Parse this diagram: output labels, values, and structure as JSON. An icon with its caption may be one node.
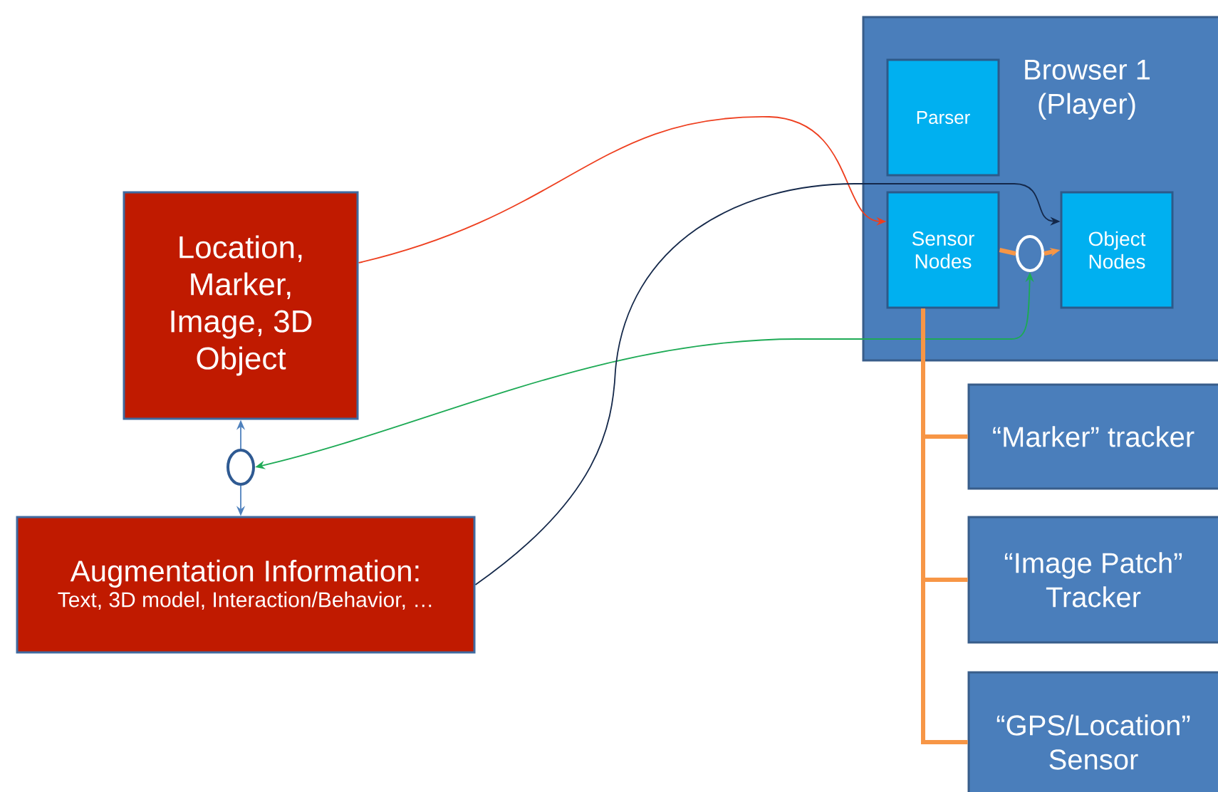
{
  "diagram": {
    "nodes": [
      {
        "text": [
          "Browser 1 (Player)"
        ]
      },
      {
        "text": [
          "Parser"
        ],
        "in": 0
      },
      {
        "text": [
          "Sensor Nodes"
        ],
        "in": 0
      },
      {
        "text": [
          "Object Nodes"
        ],
        "in": 0
      },
      {
        "text": [
          "Location, Marker, Image, 3D Object"
        ]
      },
      {
        "text": [
          "Augmentation Information:",
          "Text, 3D model, Interaction/Behavior, …"
        ]
      },
      {
        "text": [
          "“Marker” tracker"
        ]
      },
      {
        "text": [
          "“Image Patch” Tracker"
        ]
      },
      {
        "text": [
          "“GPS/Location” Sensor"
        ]
      },
      {
        "text": [],
        "shape": "circle",
        "in": 0
      },
      {
        "text": [],
        "shape": "circle"
      }
    ],
    "edges": [
      {
        "from": 4,
        "to": 2,
        "arrow": "to",
        "color": "#ee3f1f"
      },
      {
        "from": 10,
        "to": 9,
        "arrow": "both",
        "color": "#1daa55"
      },
      {
        "from": 5,
        "to": 3,
        "arrow": "to",
        "color": "#14284a"
      },
      {
        "from": 2,
        "to": 9,
        "arrow": "none",
        "style": "thick",
        "color": "#f79646"
      },
      {
        "from": 9,
        "to": 3,
        "arrow": "to",
        "style": "thick",
        "color": "#f79646"
      },
      {
        "from": 10,
        "to": 4,
        "arrow": "to",
        "color": "#4f81bd"
      },
      {
        "from": 10,
        "to": 5,
        "arrow": "to",
        "color": "#4f81bd"
      },
      {
        "from": 2,
        "to": 6,
        "arrow": "none",
        "style": "thick",
        "color": "#f79646"
      },
      {
        "from": 2,
        "to": 7,
        "arrow": "none",
        "style": "thick",
        "color": "#f79646"
      },
      {
        "from": 2,
        "to": 8,
        "arrow": "none",
        "style": "thick",
        "color": "#f79646"
      }
    ]
  }
}
